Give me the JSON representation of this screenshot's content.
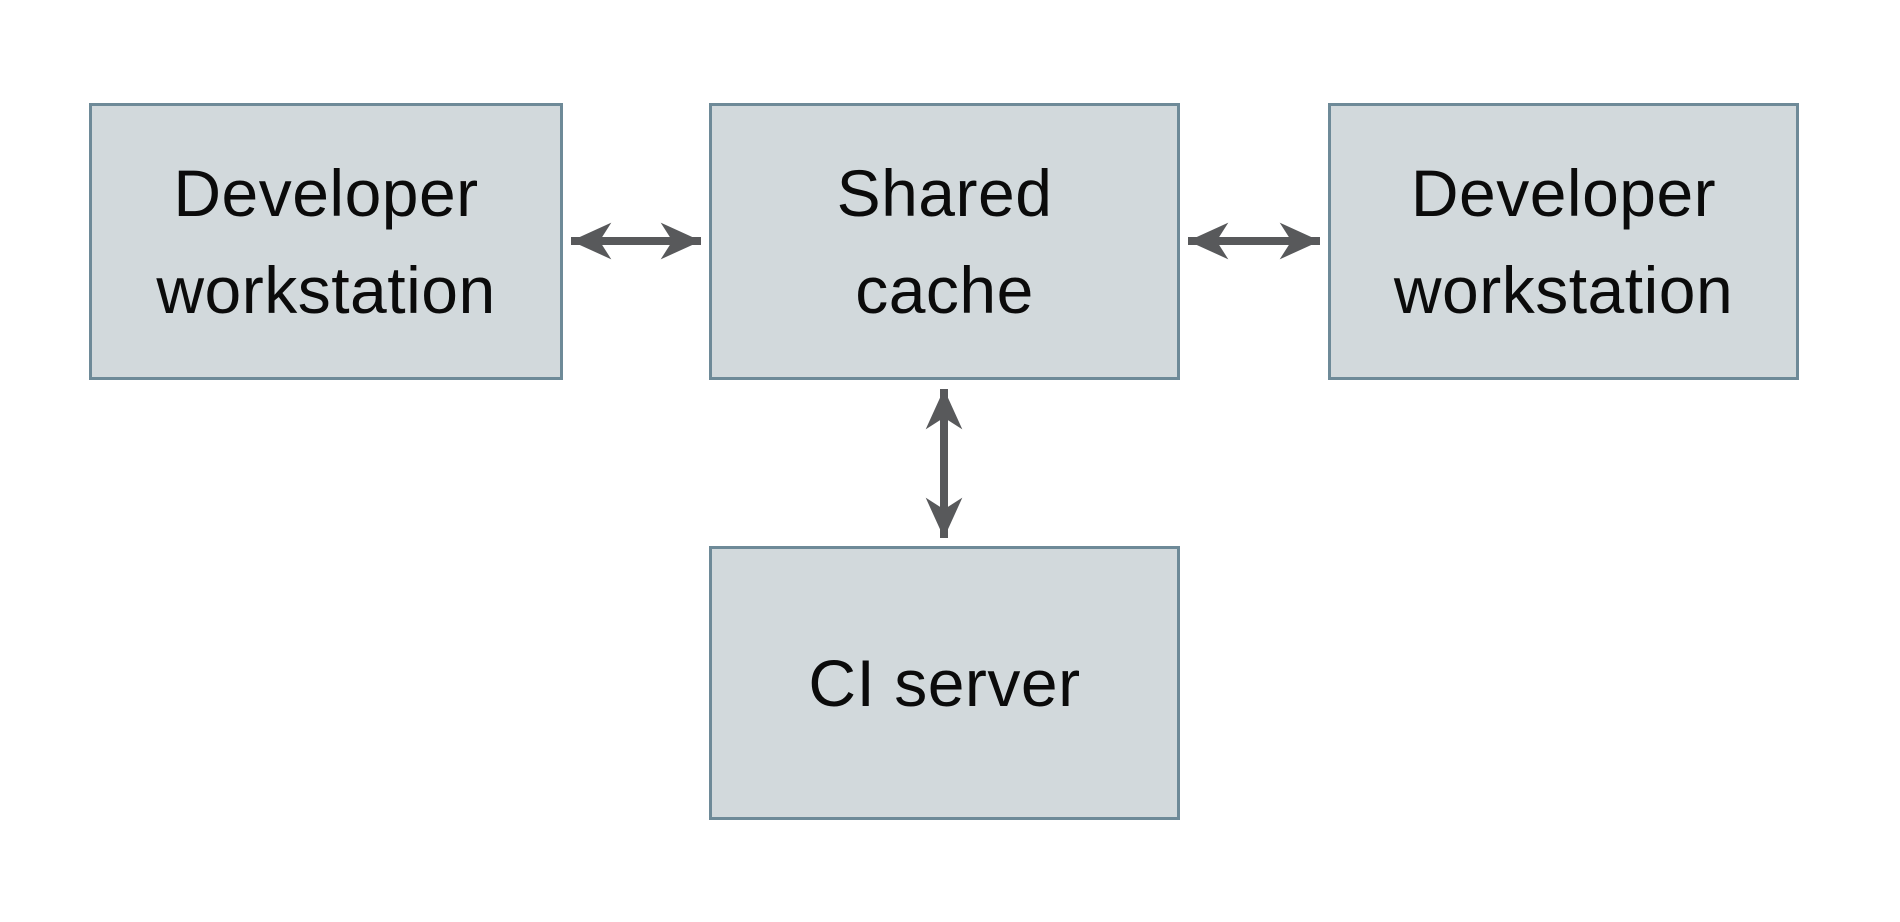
{
  "diagram": {
    "type": "architecture-diagram",
    "colors": {
      "background": "#ffffff",
      "node_fill": "#d2d9dc",
      "node_border": "#6e8a98",
      "arrow": "#58595b",
      "text": "#0b0b0b"
    },
    "nodes": [
      {
        "id": "developer-workstation-left",
        "label": "Developer workstation"
      },
      {
        "id": "shared-cache",
        "label": "Shared cache"
      },
      {
        "id": "developer-workstation-right",
        "label": "Developer workstation"
      },
      {
        "id": "ci-server",
        "label": "CI server"
      }
    ],
    "edges": [
      {
        "from": "developer-workstation-left",
        "to": "shared-cache",
        "style": "bidirectional-arrow",
        "orientation": "horizontal"
      },
      {
        "from": "shared-cache",
        "to": "developer-workstation-right",
        "style": "bidirectional-arrow",
        "orientation": "horizontal"
      },
      {
        "from": "shared-cache",
        "to": "ci-server",
        "style": "bidirectional-arrow",
        "orientation": "vertical"
      }
    ]
  }
}
